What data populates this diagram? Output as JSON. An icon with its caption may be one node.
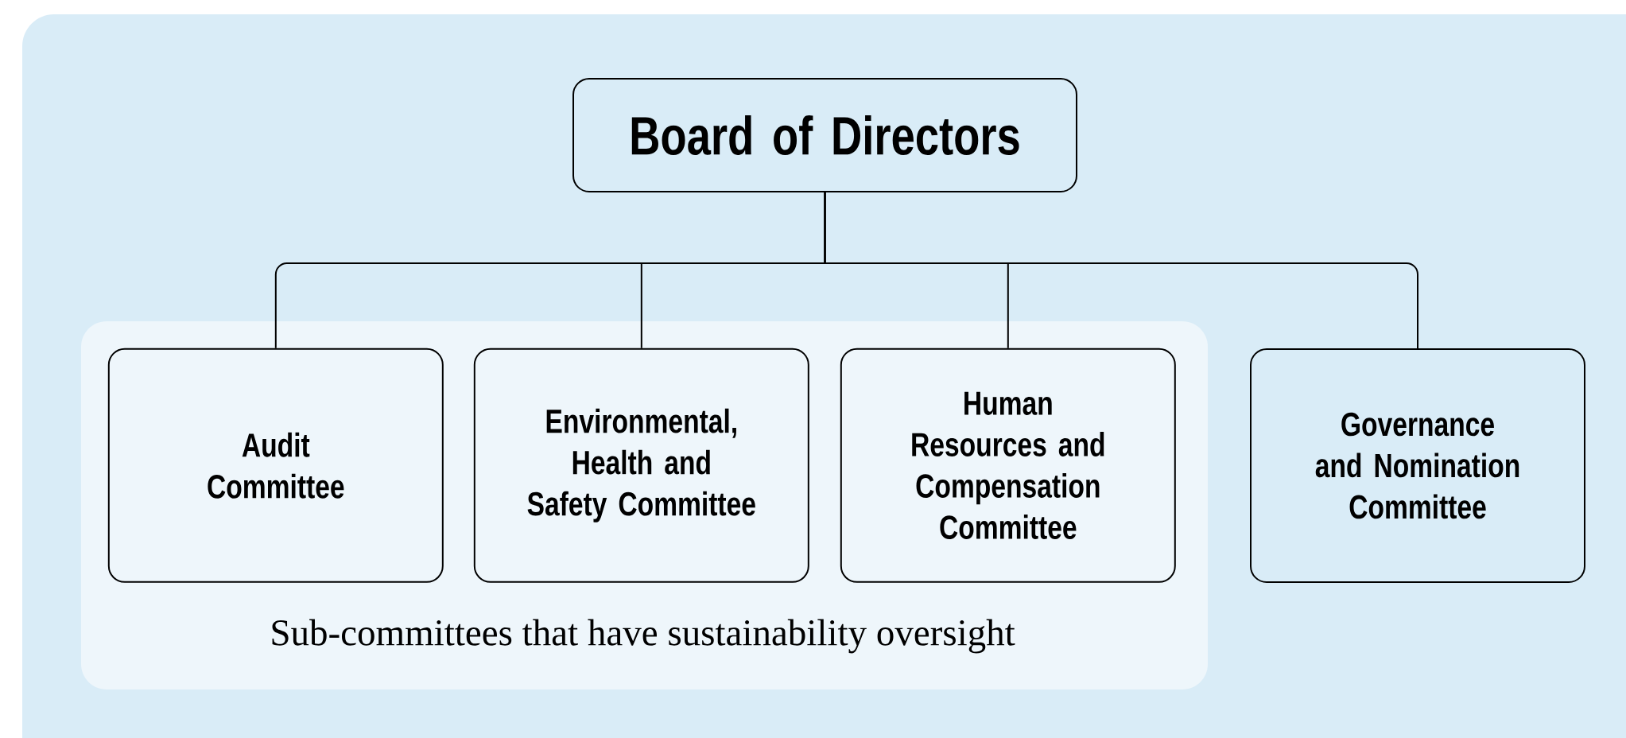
{
  "diagram": {
    "nodes": [
      {
        "text": [
          "Board of Directors"
        ]
      },
      {
        "text": [
          "Sub-committees that have sustainability oversight"
        ]
      },
      {
        "text": [
          "Audit Committee"
        ],
        "in": 1
      },
      {
        "text": [
          "Environmental, Health and Safety Committee"
        ],
        "in": 1
      },
      {
        "text": [
          "Human Resources and Compensation Committee"
        ],
        "in": 1
      },
      {
        "text": [
          "Governance and Nomination Committee"
        ]
      }
    ],
    "edges": [
      {
        "from": 0,
        "to": 2,
        "arrow": "none"
      },
      {
        "from": 0,
        "to": 3,
        "arrow": "none"
      },
      {
        "from": 0,
        "to": 4,
        "arrow": "none"
      },
      {
        "from": 0,
        "to": 5,
        "arrow": "none"
      }
    ]
  }
}
